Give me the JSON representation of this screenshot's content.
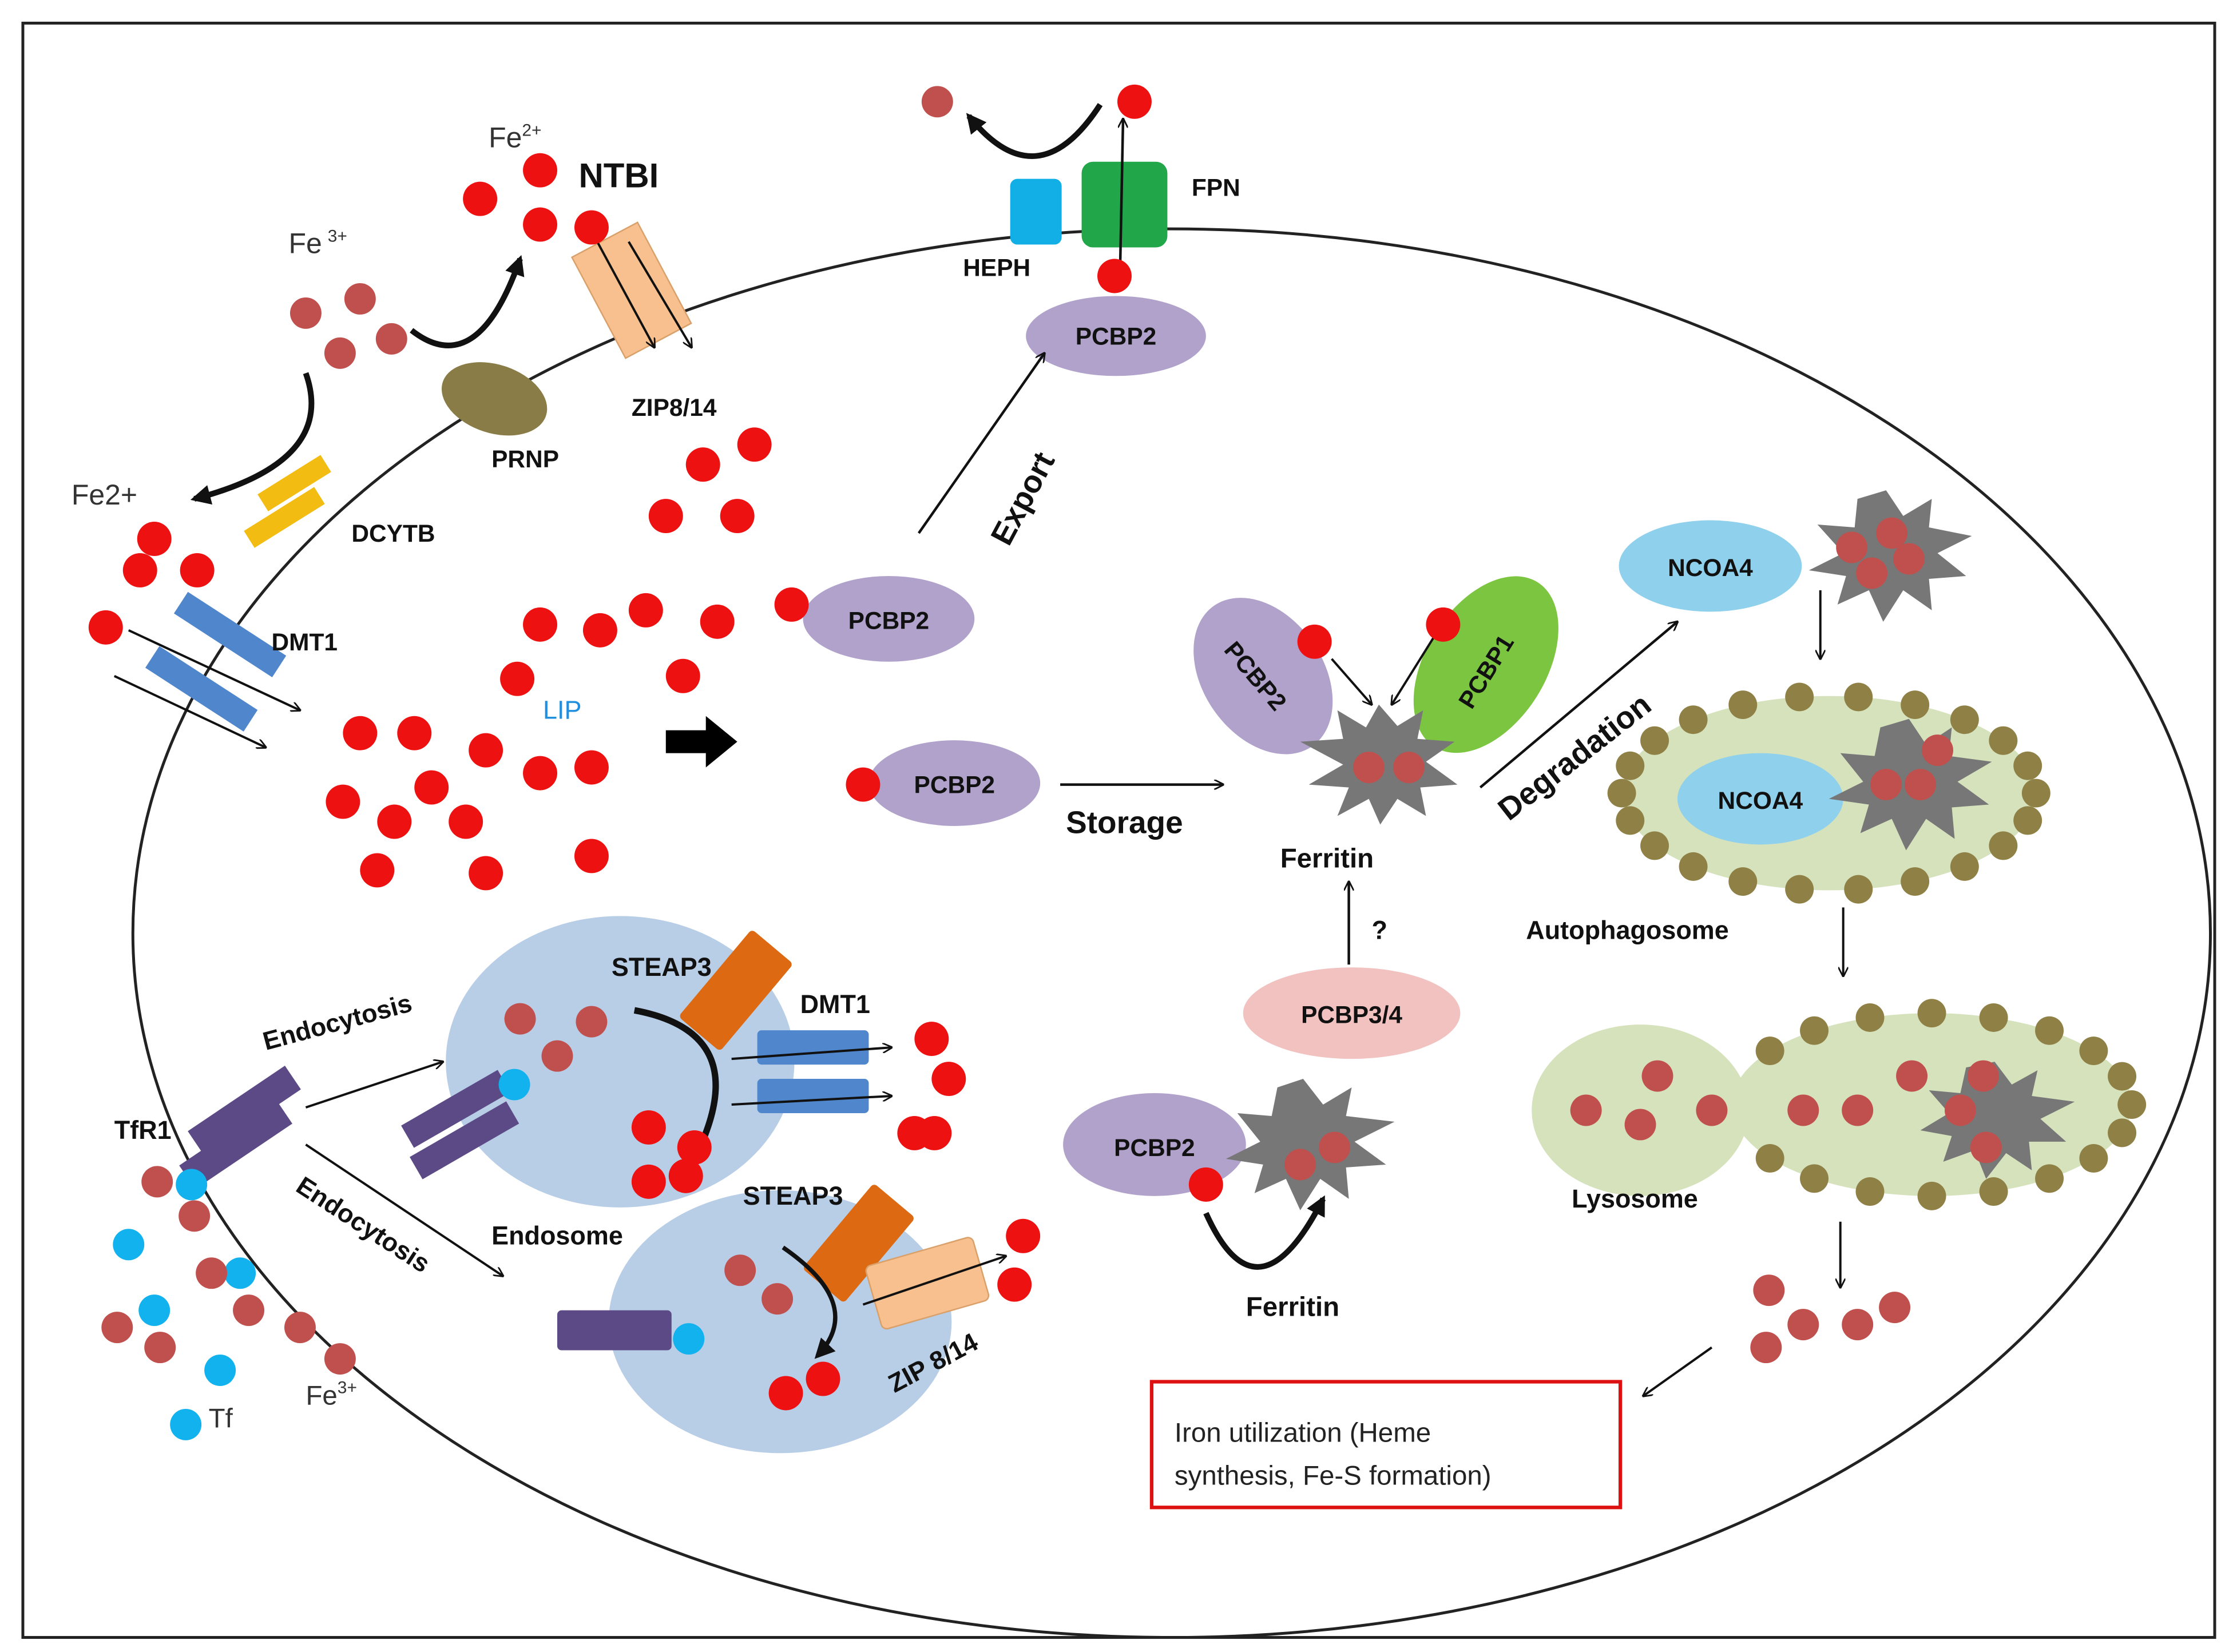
{
  "colors": {
    "free_iron": "#ee1111",
    "ferric_iron": "#c0504d",
    "vesicle_dot": "#8f8046",
    "pcbp2": "#b1a2cb",
    "pcbp1": "#7cc540",
    "pcbp34": "#f2c2c0",
    "ncoa4": "#8fd0ec",
    "endosome": "#b8cde6",
    "vesicle": "#d5e2bc",
    "ferritin": "#777777",
    "tf": "#12b2ee",
    "tfr1": "#5c4a86",
    "dmt1": "#4f86cc",
    "zip": "#f7c08e",
    "steap3": "#dd6a12",
    "dcytb": "#f3bc12",
    "prnp": "#8a7c46",
    "heph": "#12aee6",
    "fpn": "#22a64a",
    "util_box": "#dd1111"
  },
  "labels": {
    "fe2_top": "Fe",
    "fe2_top_sup": "2+",
    "ntbi": "NTBI",
    "fe3_top": "Fe",
    "fe3_top_sup": "3+",
    "fe2_left": "Fe2+",
    "zip814_top": "ZIP8/14",
    "prnp": "PRNP",
    "dcytb": "DCYTB",
    "dmt1_top": "DMT1",
    "lip": "LIP",
    "heph": "HEPH",
    "fpn": "FPN",
    "pcbp2_export": "PCBP2",
    "export": "Export",
    "pcbp2_lip": "PCBP2",
    "pcbp2_storage": "PCBP2",
    "storage": "Storage",
    "pcbp2_ferritin": "PCBP2",
    "pcbp1": "PCBP1",
    "ferritin_mid": "Ferritin",
    "question": "?",
    "pcbp34": "PCBP3/4",
    "degradation": "Degradation",
    "ncoa4_top": "NCOA4",
    "ncoa4_auto": "NCOA4",
    "autophagosome": "Autophagosome",
    "lysosome": "Lysosome",
    "steap3_top": "STEAP3",
    "dmt1_endo": "DMT1",
    "endocytosis_top": "Endocytosis",
    "endosome": "Endosome",
    "tfr1": "TfR1",
    "endocytosis_bottom": "Endocytosis",
    "steap3_bottom": "STEAP3",
    "zip814_bottom": "ZIP 8/14",
    "tf": "Tf",
    "fe3_bottom": "Fe",
    "fe3_bottom_sup": "3+",
    "pcbp2_bottom": "PCBP2",
    "ferritin_bottom": "Ferritin",
    "util_line1": "Iron utilization (Heme",
    "util_line2": "synthesis, Fe-S formation)"
  }
}
